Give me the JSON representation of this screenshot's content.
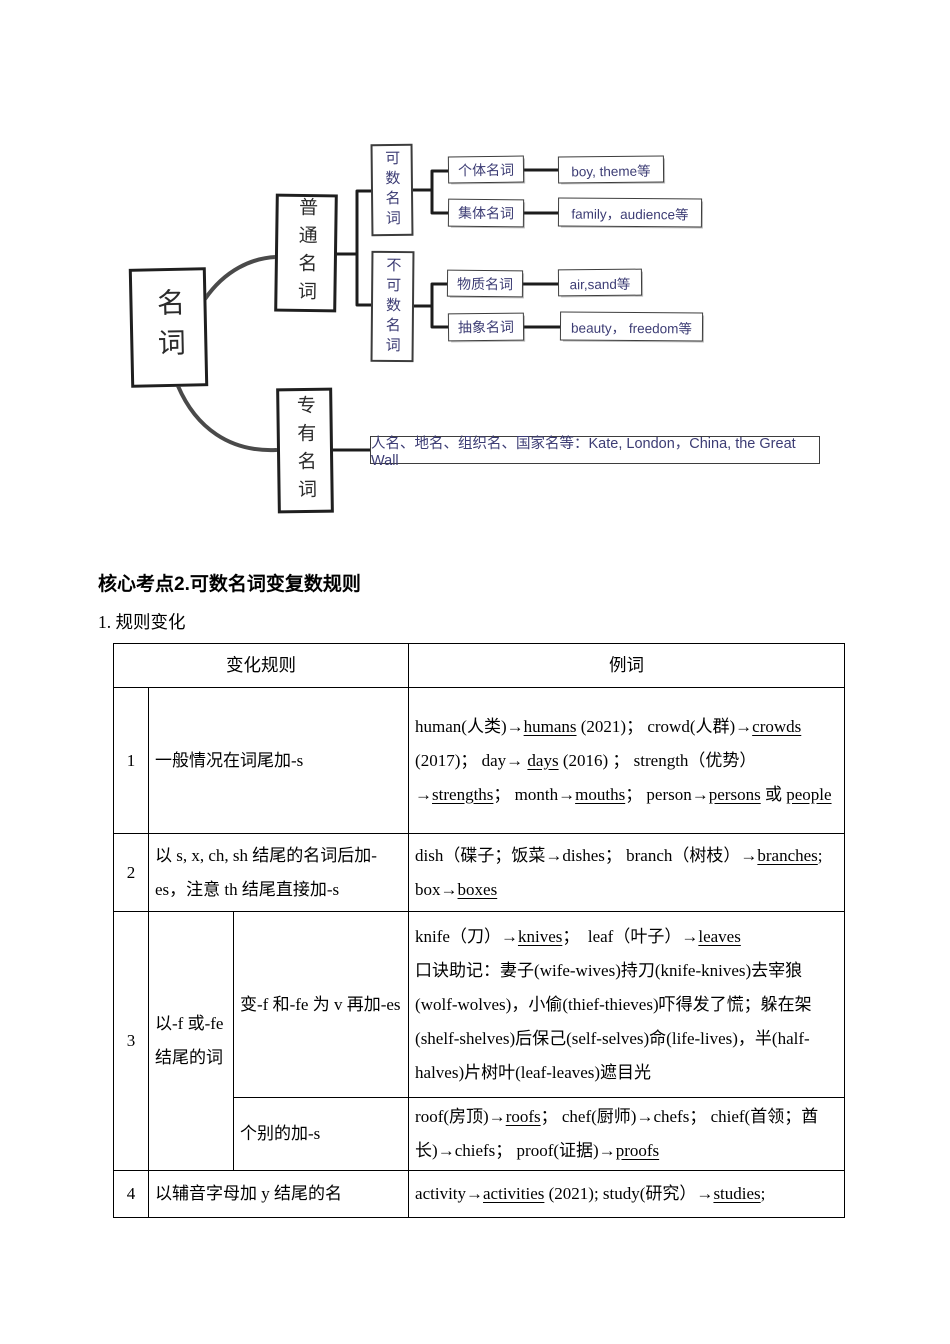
{
  "diagram": {
    "root_label": "名词",
    "common_label": "普通名词",
    "proper_label": "专有名词",
    "countable_label": "可数名词",
    "uncountable_label": "不可数名词",
    "individual_label": "个体名词",
    "collective_label": "集体名词",
    "material_label": "物质名词",
    "abstract_label": "抽象名词",
    "individual_examples": "boy, theme等",
    "collective_examples": "family，audience等",
    "material_examples": "air,sand等",
    "abstract_examples": "beauty， freedom等",
    "proper_examples": "人名、地名、组织名、国家名等：Kate, London，China, the Great Wall",
    "colors": {
      "printed_text": "#3c3c74",
      "handwritten_text": "#2b2b2b",
      "line": "#2e2e2e"
    }
  },
  "section": {
    "heading": "核心考点2.可数名词变复数规则",
    "subheading": "1. 规则变化"
  },
  "table": {
    "headers": {
      "rule": "变化规则",
      "examples": "例词"
    },
    "rows": [
      {
        "num": "1",
        "rule": "一般情况在词尾加-s",
        "examples": [
          {
            "t": "human(人类)→"
          },
          {
            "t": "humans",
            "u": true
          },
          {
            "t": " (2021)； crowd(人群)→"
          },
          {
            "t": "crowds",
            "u": true
          },
          {
            "t": " (2017)； day→ "
          },
          {
            "t": "days",
            "u": true
          },
          {
            "t": " (2016) ； strength（优势）→"
          },
          {
            "t": "strengths",
            "u": true
          },
          {
            "t": "； month→"
          },
          {
            "t": "mouths",
            "u": true
          },
          {
            "t": "； person→"
          },
          {
            "t": "persons",
            "u": true
          },
          {
            "t": " 或 "
          },
          {
            "t": "people",
            "u": true
          }
        ]
      },
      {
        "num": "2",
        "rule": "以 s, x, ch, sh 结尾的名词后加-es，注意 th 结尾直接加-s",
        "examples": [
          {
            "t": "dish（碟子；饭菜→dishes； branch（树枝）→"
          },
          {
            "t": "branches",
            "u": true
          },
          {
            "t": "; box→"
          },
          {
            "t": "boxes",
            "u": true
          }
        ]
      },
      {
        "num": "3",
        "rule": "以-f 或-fe 结尾的词",
        "sub": [
          {
            "rule": "变-f 和-fe 为 v 再加-es",
            "examples": [
              {
                "t": "knife（刀）→"
              },
              {
                "t": "knives",
                "u": true
              },
              {
                "t": "；  leaf（叶子）→"
              },
              {
                "t": "leaves",
                "u": true
              },
              {
                "t": "\n口诀助记：妻子(wife-wives)持刀(knife-knives)去宰狼(wolf-wolves)，小偷(thief-thieves)吓得发了慌；躲在架(shelf-shelves)后保己(self-selves)命(life-lives)，半(half-halves)片树叶(leaf-leaves)遮目光"
              }
            ]
          },
          {
            "rule": "个别的加-s",
            "examples": [
              {
                "t": "roof(房顶)→"
              },
              {
                "t": "roofs",
                "u": true
              },
              {
                "t": "； chef(厨师)→chefs； chief(首领；酋长)→chiefs； proof(证据)→"
              },
              {
                "t": "proofs",
                "u": true
              }
            ]
          }
        ]
      },
      {
        "num": "4",
        "rule": "以辅音字母加 y 结尾的名",
        "examples": [
          {
            "t": "activity→"
          },
          {
            "t": "activities",
            "u": true
          },
          {
            "t": " (2021); study(研究）→"
          },
          {
            "t": "studies",
            "u": true
          },
          {
            "t": ";"
          }
        ]
      }
    ]
  }
}
